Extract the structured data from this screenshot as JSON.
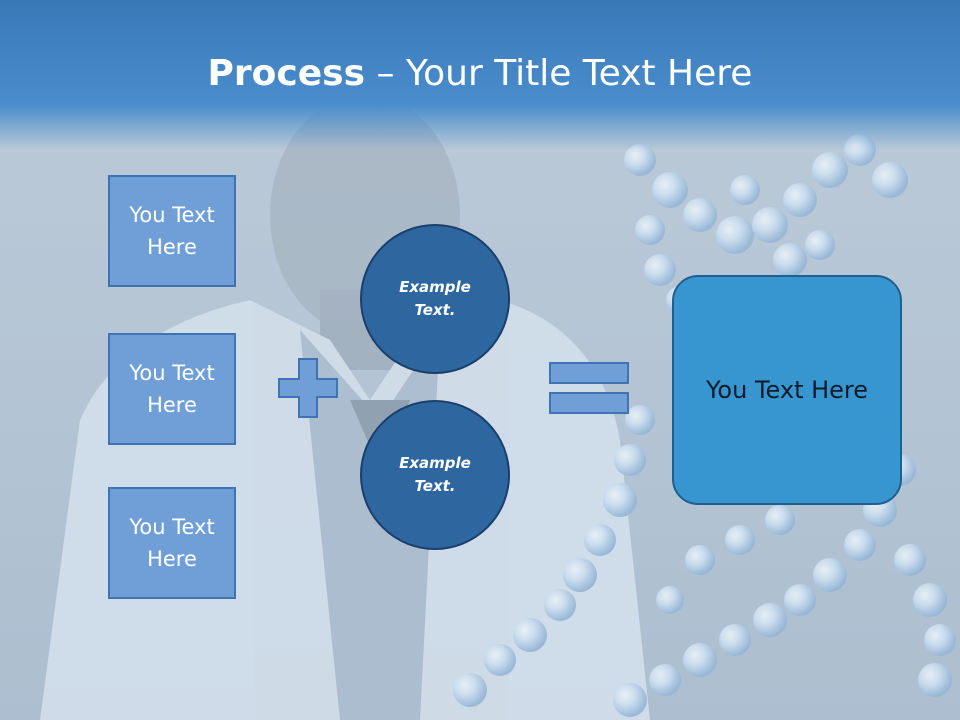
{
  "slide": {
    "title_bold": "Process",
    "title_rest": " – Your Title Text Here",
    "boxes": [
      "You Text Here",
      "You Text Here",
      "You Text Here"
    ],
    "circles": [
      "Example Text.",
      "Example Text."
    ],
    "result": "You Text Here"
  },
  "background": {
    "description_icons": [
      "scientist-image",
      "dna-helix-image"
    ]
  },
  "colors": {
    "header": "#4a8dcc",
    "box": "#6f9fd6",
    "circle": "#2e67a0",
    "result": "#3796d0"
  }
}
